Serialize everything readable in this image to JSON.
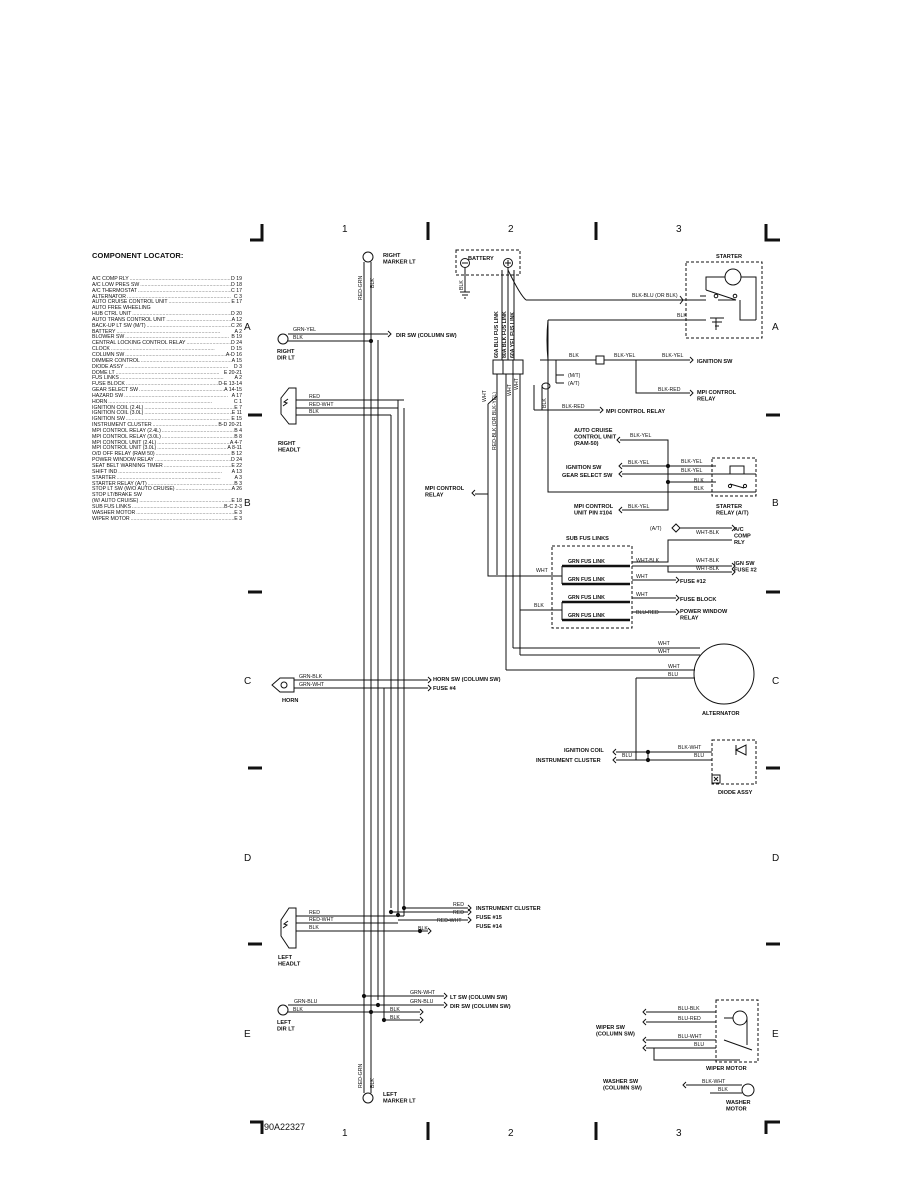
{
  "figure_id": "90A22327",
  "grid": {
    "columns": [
      "1",
      "2",
      "3"
    ],
    "rows": [
      "A",
      "B",
      "C",
      "D",
      "E"
    ]
  },
  "component_locator": {
    "title": "COMPONENT LOCATOR:",
    "items": [
      {
        "name": "A/C COMP RLY",
        "ref": "D 19"
      },
      {
        "name": "A/C LOW PRES SW",
        "ref": "D 18"
      },
      {
        "name": "A/C THERMOSTAT",
        "ref": "C 17"
      },
      {
        "name": "ALTERNATOR",
        "ref": "C 3"
      },
      {
        "name": "AUTO CRUISE CONTROL UNIT",
        "ref": "E 17"
      },
      {
        "name": "AUTO FREE WHEELING",
        "ref": ""
      },
      {
        "name": "  HUB CTRL UNIT",
        "ref": "D 20"
      },
      {
        "name": "AUTO TRANS CONTROL UNIT",
        "ref": "A 12"
      },
      {
        "name": "BACK-UP LT SW (M/T)",
        "ref": "C 26"
      },
      {
        "name": "BATTERY",
        "ref": "A 2"
      },
      {
        "name": "BLOWER SW",
        "ref": "B 19"
      },
      {
        "name": "CENTRAL LOCKING CONTROL RELAY",
        "ref": "D 24"
      },
      {
        "name": "CLOCK",
        "ref": "D 15"
      },
      {
        "name": "COLUMN SW",
        "ref": "A-D 16"
      },
      {
        "name": "DIMMER CONTROL",
        "ref": "A 15"
      },
      {
        "name": "DIODE ASSY",
        "ref": "D 3"
      },
      {
        "name": "DOME LT",
        "ref": "E 20-21"
      },
      {
        "name": "FUS LINKS",
        "ref": "A 2"
      },
      {
        "name": "FUSE BLOCK",
        "ref": "D-E 13-14"
      },
      {
        "name": "GEAR SELECT SW",
        "ref": "A 14-15"
      },
      {
        "name": "HAZARD SW",
        "ref": "A 17"
      },
      {
        "name": "HORN",
        "ref": "C 1"
      },
      {
        "name": "IGNITION COIL (2.4L)",
        "ref": "E 7"
      },
      {
        "name": "IGNITION COIL (3.0L)",
        "ref": "E 11"
      },
      {
        "name": "IGNITION SW",
        "ref": "E 15"
      },
      {
        "name": "INSTRUMENT CLUSTER",
        "ref": "B-D 20-21"
      },
      {
        "name": "MPI CONTROL RELAY (2.4L)",
        "ref": "B 4"
      },
      {
        "name": "MPI CONTROL RELAY (3.0L)",
        "ref": "B 8"
      },
      {
        "name": "MPI CONTROL UNIT (2.4L)",
        "ref": "A 4-7"
      },
      {
        "name": "MPI CONTROL UNIT (3.0L)",
        "ref": "A 8-11"
      },
      {
        "name": "O/D OFF RELAY (RAM 50)",
        "ref": "B 12"
      },
      {
        "name": "POWER WINDOW RELAY",
        "ref": "D 24"
      },
      {
        "name": "SEAT BELT WARNING TIMER",
        "ref": "E 22"
      },
      {
        "name": "SHIFT IND",
        "ref": "A 13"
      },
      {
        "name": "STARTER",
        "ref": "A 3"
      },
      {
        "name": "STARTER RELAY (A/T)",
        "ref": "B 3"
      },
      {
        "name": "STOP LT SW (W/O AUTO CRUISE)",
        "ref": "A 26"
      },
      {
        "name": "STOP LT/BRAKE SW",
        "ref": ""
      },
      {
        "name": "  (W/ AUTO CRUISE)",
        "ref": "E 18"
      },
      {
        "name": "SUB FUS LINKS",
        "ref": "B-C 2-3"
      },
      {
        "name": "WASHER MOTOR",
        "ref": "E 3"
      },
      {
        "name": "WIPER MOTOR",
        "ref": "E 3"
      }
    ]
  },
  "components": {
    "battery": "BATTERY",
    "starter": "STARTER",
    "starter_relay": "STARTER\nRELAY (A/T)",
    "alternator": "ALTERNATOR",
    "diode_assy": "DIODE ASSY",
    "sub_fus_links": "SUB FUS LINKS",
    "horn": "HORN",
    "right_marker_lt": "RIGHT\nMARKER LT",
    "left_marker_lt": "LEFT\nMARKER LT",
    "right_dir_lt": "RIGHT\nDIR LT",
    "left_dir_lt": "LEFT\nDIR LT",
    "right_headlt": "RIGHT\nHEADLT",
    "left_headlt": "LEFT\nHEADLT",
    "wiper_motor": "WIPER MOTOR",
    "washer_motor": "WASHER\nMOTOR"
  },
  "fusible_links": [
    "60A BLU FUS LINK",
    "80A BLK FUS LINK",
    "60A YEL FUS LINK"
  ],
  "sub_fus_link_items": [
    "GRN FUS LINK",
    "GRN FUS LINK",
    "GRN FUS LINK",
    "GRN FUS LINK"
  ],
  "connection_labels": {
    "dir_sw": "DIR SW (COLUMN SW)",
    "ignition_sw": "IGNITION SW",
    "mpi_control_relay_right": "MPI CONTROL\nRELAY",
    "mpi_control_relay_small": "MPI CONTROL RELAY",
    "mpi_control_relay_left": "MPI CONTROL\nRELAY",
    "auto_cruise": "AUTO CRUISE\nCONTROL UNIT\n(RAM-50)",
    "ignition_sw_2": "IGNITION SW",
    "gear_select_sw": "GEAR SELECT SW",
    "mpi_control_unit": "MPI CONTROL\nUNIT PIN #104",
    "ac_comp_rly": "A/C\nCOMP\nRLY",
    "ign_sw_fuse2": "IGN SW\nFUSE #2",
    "fuse12": "FUSE #12",
    "fuse_block": "FUSE BLOCK",
    "power_window_relay": "POWER WINDOW\nRELAY",
    "horn_sw": "HORN SW (COLUMN SW)",
    "fuse4": "FUSE #4",
    "ignition_coil": "IGNITION COIL",
    "instrument_cluster": "INSTRUMENT CLUSTER",
    "instrument_cluster_2": "INSTRUMENT CLUSTER",
    "fuse15": "FUSE #15",
    "fuse14": "FUSE #14",
    "lt_sw": "LT SW (COLUMN SW)",
    "dir_sw_2": "DIR SW (COLUMN SW)",
    "wiper_sw": "WIPER SW\n(COLUMN SW)",
    "washer_sw": "WASHER SW\n(COLUMN SW)"
  },
  "wire_labels": {
    "red_grn": "RED-GRN",
    "blk": "BLK",
    "grn_yel": "GRN-YEL",
    "red": "RED",
    "red_wht": "RED-WHT",
    "grn_blk": "GRN-BLK",
    "grn_wht": "GRN-WHT",
    "grn_blu": "GRN-BLU",
    "blk_blu_or_blk": "BLK-BLU (OR BLK)",
    "blk_yel": "BLK-YEL",
    "blk_red": "BLK-RED",
    "mt": "(M/T)",
    "at": "(A/T)",
    "wht": "WHT",
    "red_blk_or_blk_yel": "RED-BLK (OR BLK-YEL)",
    "wht_blk": "WHT-BLK",
    "blu_red": "BLU-RED",
    "blu": "BLU",
    "blk_wht": "BLK-WHT",
    "blu_blk": "BLU-BLK",
    "blu_wht": "BLU-WHT"
  }
}
